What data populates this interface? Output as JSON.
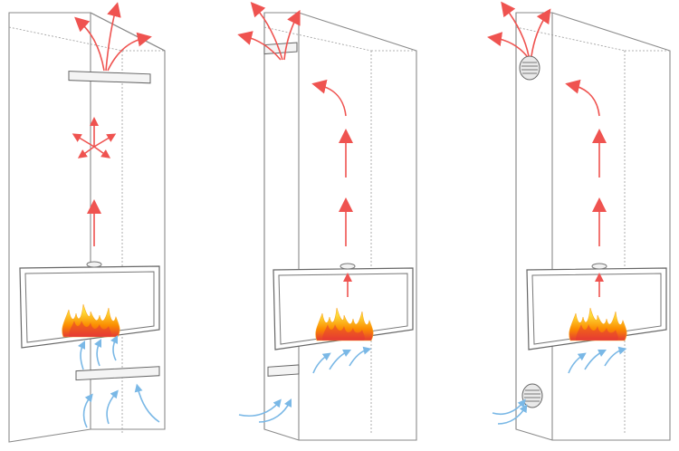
{
  "diagram": {
    "description_colors": {
      "hot_air": "#ef5350",
      "cold_air": "#7ab8e6",
      "outline": "#8a8a8a",
      "flame_outer": "#f7b500",
      "flame_inner": "#e53935"
    },
    "panels": [
      {
        "id": "panel-1",
        "inlet_type": "slot-vent",
        "outlet_type": "slot-vent",
        "hot_air_paths": "diffuse-and-up"
      },
      {
        "id": "panel-2",
        "inlet_type": "slot-vent",
        "outlet_type": "slot-vent",
        "hot_air_paths": "up-and-curve"
      },
      {
        "id": "panel-3",
        "inlet_type": "round-grille",
        "outlet_type": "round-grille",
        "hot_air_paths": "up-and-curve"
      }
    ]
  }
}
